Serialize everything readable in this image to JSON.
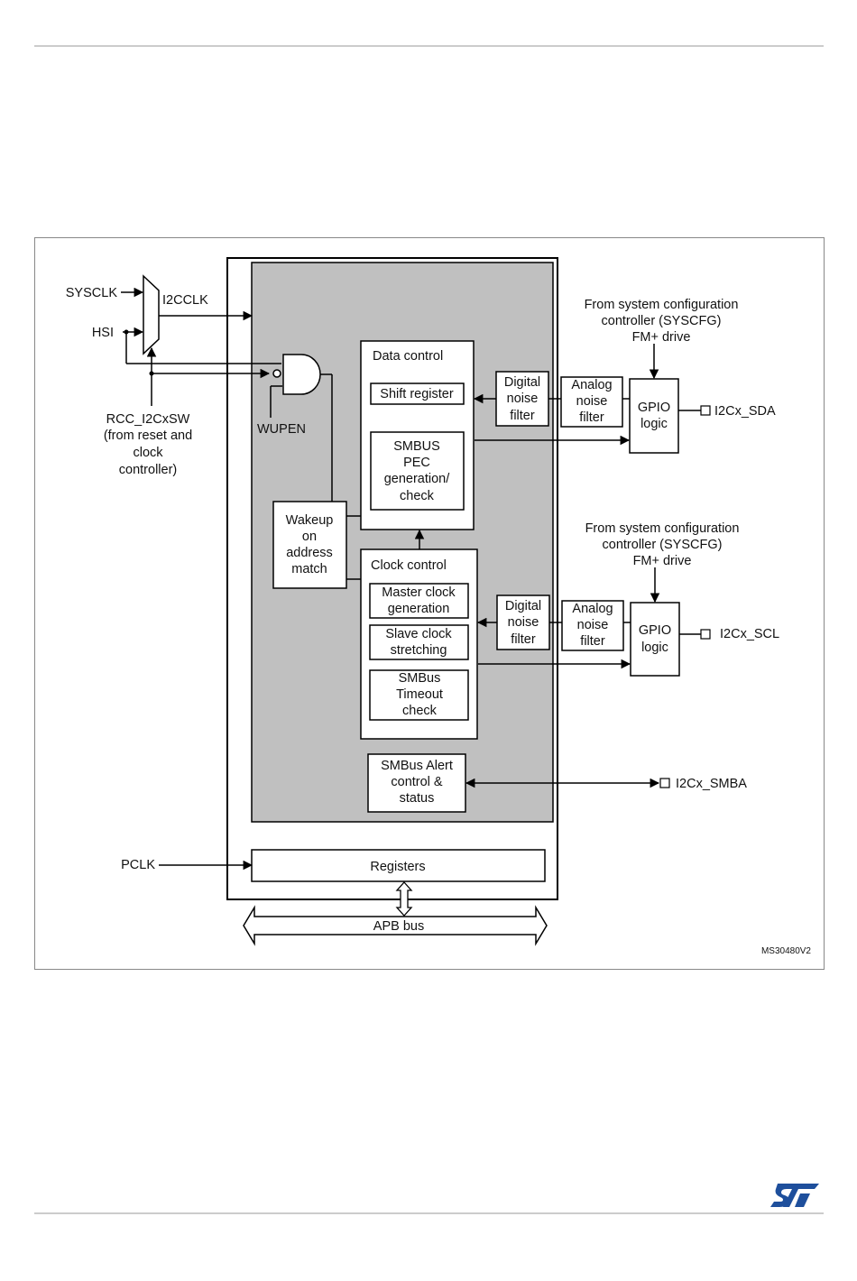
{
  "diagram": {
    "inputs": {
      "sysclk": "SYSCLK",
      "hsi": "HSI",
      "i2cclk": "I2CCLK",
      "rcc_sw": [
        "RCC_I2CxSW",
        "(from reset and",
        "clock",
        "controller)"
      ],
      "wupen": "WUPEN",
      "pclk": "PCLK"
    },
    "data_control": {
      "title": "Data control",
      "shift_register": "Shift register",
      "smbus_pec": [
        "SMBUS",
        "PEC",
        "generation/",
        "check"
      ]
    },
    "clock_control": {
      "title": "Clock control",
      "master_clock": [
        "Master clock",
        "generation"
      ],
      "slave_clock": [
        "Slave clock",
        "stretching"
      ],
      "smbus_timeout": [
        "SMBus",
        "Timeout",
        "check"
      ]
    },
    "wakeup": [
      "Wakeup",
      "on",
      "address",
      "match"
    ],
    "smbus_alert": [
      "SMBus Alert",
      "control &",
      "status"
    ],
    "registers": "Registers",
    "apb_bus": "APB bus",
    "sda_path": {
      "syscfg": [
        "From system configuration",
        "controller (SYSCFG)",
        "FM+ drive"
      ],
      "digital_filter": [
        "Digital",
        "noise",
        "filter"
      ],
      "analog_filter": [
        "Analog",
        "noise",
        "filter"
      ],
      "gpio": [
        "GPIO",
        "logic"
      ],
      "pin": "I2Cx_SDA"
    },
    "scl_path": {
      "syscfg": [
        "From system configuration",
        "controller (SYSCFG)",
        "FM+ drive"
      ],
      "digital_filter": [
        "Digital",
        "noise",
        "filter"
      ],
      "analog_filter": [
        "Analog",
        "noise",
        "filter"
      ],
      "gpio": [
        "GPIO",
        "logic"
      ],
      "pin": "I2Cx_SCL"
    },
    "smba_pin": "I2Cx_SMBA",
    "figure_id": "MS30480V2"
  },
  "colors": {
    "peripheral_fill": "#c0c0c0",
    "logo_blue": "#1e4f9c",
    "rule_gray": "#999999"
  }
}
